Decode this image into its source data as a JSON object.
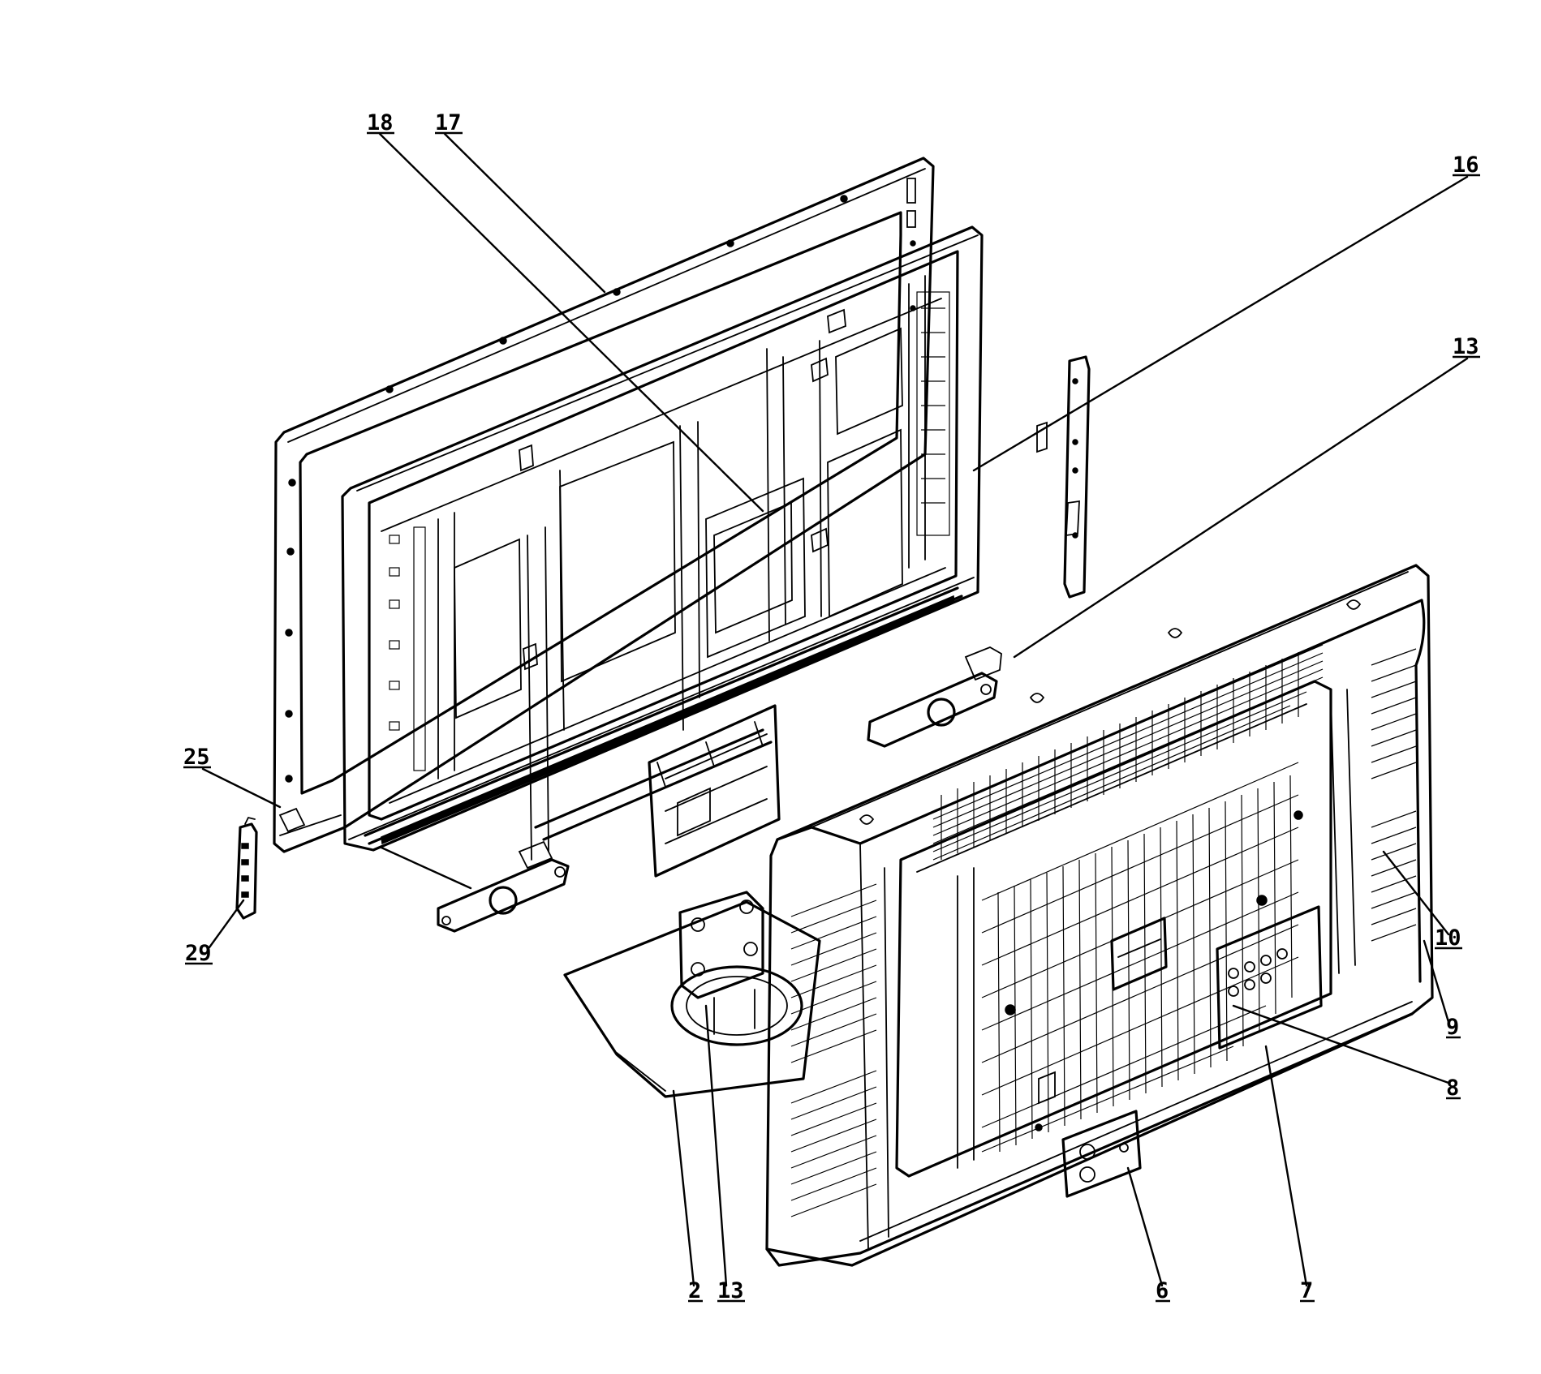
{
  "callouts": [
    {
      "id": "18",
      "label": "18"
    },
    {
      "id": "17",
      "label": "17"
    },
    {
      "id": "16",
      "label": "16"
    },
    {
      "id": "13a",
      "label": "13"
    },
    {
      "id": "25",
      "label": "25"
    },
    {
      "id": "29",
      "label": "29"
    },
    {
      "id": "10",
      "label": "10"
    },
    {
      "id": "9",
      "label": "9"
    },
    {
      "id": "8",
      "label": "8"
    },
    {
      "id": "2",
      "label": "2"
    },
    {
      "id": "13b",
      "label": "13"
    },
    {
      "id": "6",
      "label": "6"
    },
    {
      "id": "7",
      "label": "7"
    }
  ],
  "colors": {
    "ink": "#000000",
    "paper": "#ffffff"
  }
}
